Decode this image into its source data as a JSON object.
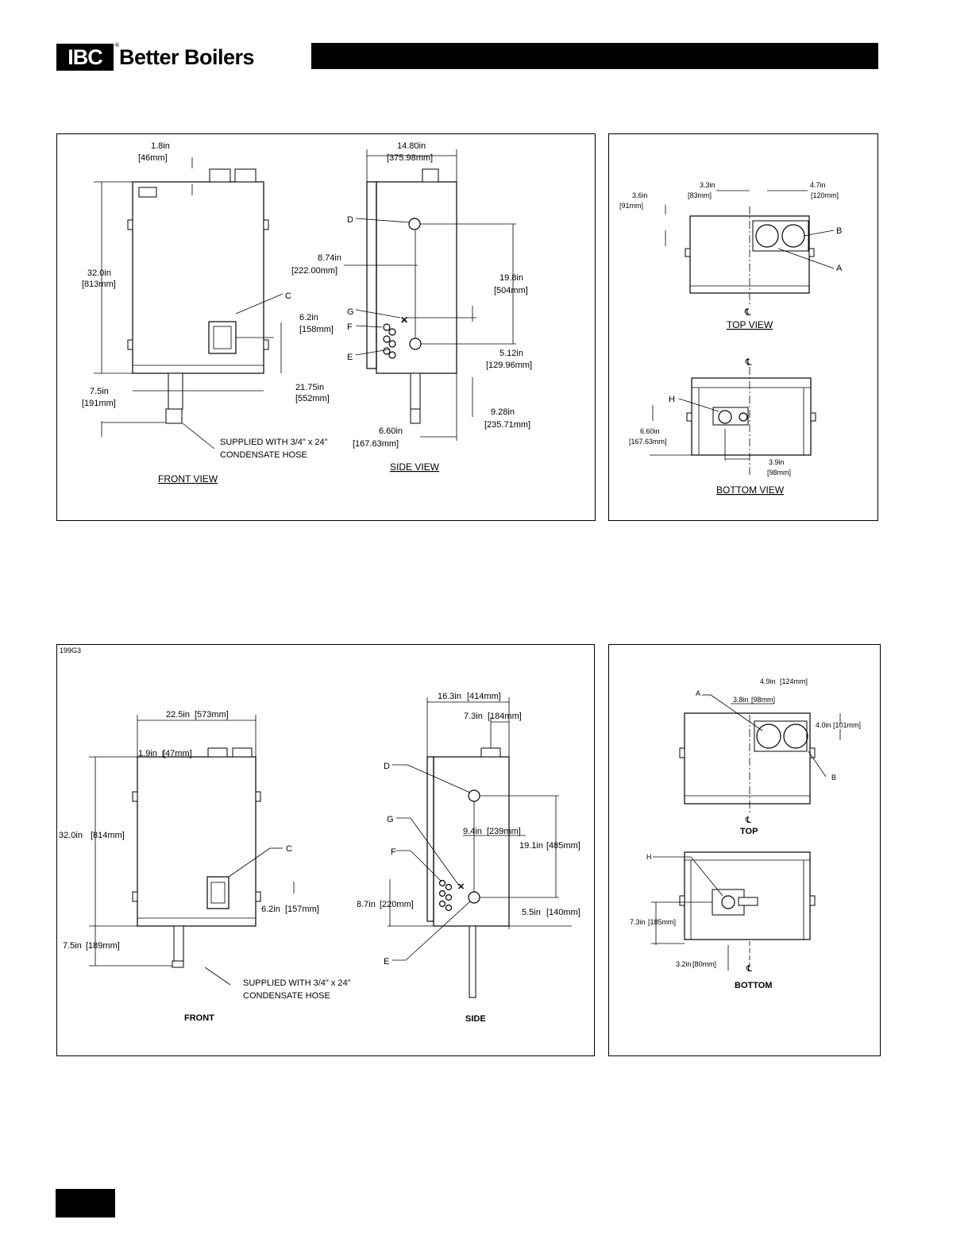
{
  "header": {
    "logo_mark": "IBC",
    "logo_reg": "®",
    "logo_text": "Better Boilers"
  },
  "upper": {
    "front": {
      "title": "FRONT VIEW",
      "height": "32.0in",
      "height_mm": "[813mm]",
      "top": "1.8in",
      "top_mm": "[46mm]",
      "c_label": "C",
      "c_offset": "6.2in",
      "c_offset_mm": "[158mm]",
      "width": "21.75in",
      "width_mm": "[552mm]",
      "drain": "7.5in",
      "drain_mm": "[191mm]",
      "hose_1": "SUPPLIED WITH 3/4\" x 24\"",
      "hose_2": "CONDENSATE HOSE"
    },
    "side": {
      "title": "SIDE VIEW",
      "depth": "14.80in",
      "depth_mm": "[375.98mm]",
      "d_label": "D",
      "g_label": "G",
      "f_label": "F",
      "e_label": "E",
      "offset_a": "8.74in",
      "offset_a_mm": "[222.00mm]",
      "dist_de": "19.8in",
      "dist_de_mm": "[504mm]",
      "dist_e": "5.12in",
      "dist_e_mm": "[129.96mm]",
      "dist_bottom": "9.28in",
      "dist_bottom_mm": "[235.71mm]",
      "dist_drain": "6.60in",
      "dist_drain_mm": "[167.63mm]"
    },
    "top": {
      "title": "TOP VIEW",
      "a": "3.6in",
      "a_mm": "[91mm]",
      "b": "3.3in",
      "b_mm": "[83mm]",
      "c": "4.7in",
      "c_mm": "[120mm]",
      "label_b": "B",
      "label_a": "A",
      "cl": "℄"
    },
    "bottom": {
      "title": "BOTTOM VIEW",
      "cl": "℄",
      "h_label": "H",
      "a": "6.60in",
      "a_mm": "[167.63mm]",
      "b": "3.9in",
      "b_mm": "[98mm]"
    }
  },
  "lower": {
    "code": "199G3",
    "front": {
      "title": "FRONT",
      "width": "22.5in",
      "width_mm": "[573mm]",
      "top": "1.9in",
      "top_mm": "[47mm]",
      "height": "32.0in",
      "height_mm": "[814mm]",
      "c_label": "C",
      "c_offset": "6.2in",
      "c_offset_mm": "[157mm]",
      "drain": "7.5in",
      "drain_mm": "[189mm]",
      "hose_1": "SUPPLIED WITH 3/4\" x 24\"",
      "hose_2": "CONDENSATE HOSE"
    },
    "side": {
      "title": "SIDE",
      "depth": "16.3in",
      "depth_mm": "[414mm]",
      "vent": "7.3in",
      "vent_mm": "[184mm]",
      "d_label": "D",
      "g_label": "G",
      "f_label": "F",
      "e_label": "E",
      "offset": "9.4in",
      "offset_mm": "[239mm]",
      "dist_de": "19.1in",
      "dist_de_mm": "[485mm]",
      "dist_f": "8.7in",
      "dist_f_mm": "[220mm]",
      "dist_e": "5.5in",
      "dist_e_mm": "[140mm]"
    },
    "top": {
      "title": "TOP",
      "a": "4.9in",
      "a_mm": "[124mm]",
      "b": "3.8in",
      "b_mm": "[98mm]",
      "c": "4.0in",
      "c_mm": "[101mm]",
      "label_a": "A",
      "label_b": "B",
      "cl": "℄"
    },
    "bottom": {
      "title": "BOTTOM",
      "h_label": "H",
      "a": "7.3in",
      "a_mm": "[185mm]",
      "b": "3.2in",
      "b_mm": "[80mm]",
      "cl": "℄"
    }
  }
}
